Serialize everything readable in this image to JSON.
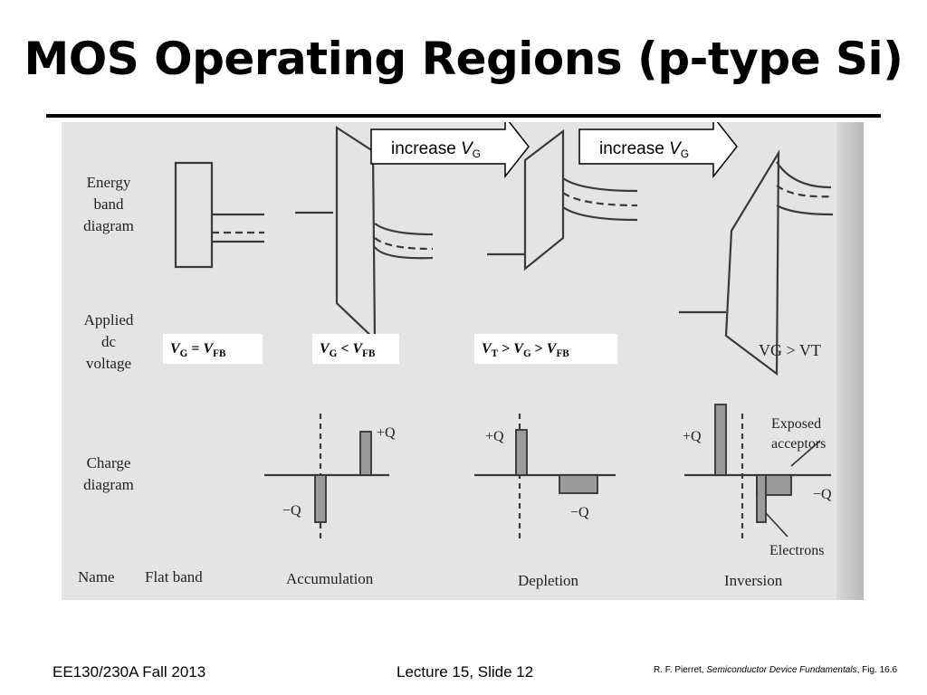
{
  "slide": {
    "title": "MOS Operating Regions (p-type Si)"
  },
  "callouts": [
    {
      "text_prefix": "increase ",
      "var": "V",
      "sub": "G"
    },
    {
      "text_prefix": "increase ",
      "var": "V",
      "sub": "G"
    }
  ],
  "row_labels": {
    "energy": [
      "Energy",
      "band",
      "diagram"
    ],
    "voltage": [
      "Applied",
      "dc",
      "voltage"
    ],
    "charge": [
      "Charge",
      "diagram"
    ],
    "name": "Name"
  },
  "conditions": {
    "flat_band": {
      "v1": "V",
      "s1": "G",
      "op": " = ",
      "v2": "V",
      "s2": "FB"
    },
    "accumulation": {
      "v1": "V",
      "s1": "G",
      "op": " < ",
      "v2": "V",
      "s2": "FB"
    },
    "depletion": {
      "v1": "V",
      "s1": "T",
      "op1": " > ",
      "v2": "V",
      "s2": "G",
      "op2": " > ",
      "v3": "V",
      "s3": "FB"
    },
    "inversion": "VG > VT"
  },
  "charge_labels": {
    "plus_q": "+Q",
    "minus_q": "−Q",
    "exposed_acceptors": [
      "Exposed",
      "acceptors"
    ],
    "electrons": "Electrons"
  },
  "region_names": [
    "Flat band",
    "Accumulation",
    "Depletion",
    "Inversion"
  ],
  "footer": {
    "course": "EE130/230A Fall 2013",
    "lecture": "Lecture 15, Slide 12",
    "citation_author": "R. F. Pierret, ",
    "citation_book": "Semiconductor Device Fundamentals",
    "citation_fig": ", Fig. 16.6"
  }
}
